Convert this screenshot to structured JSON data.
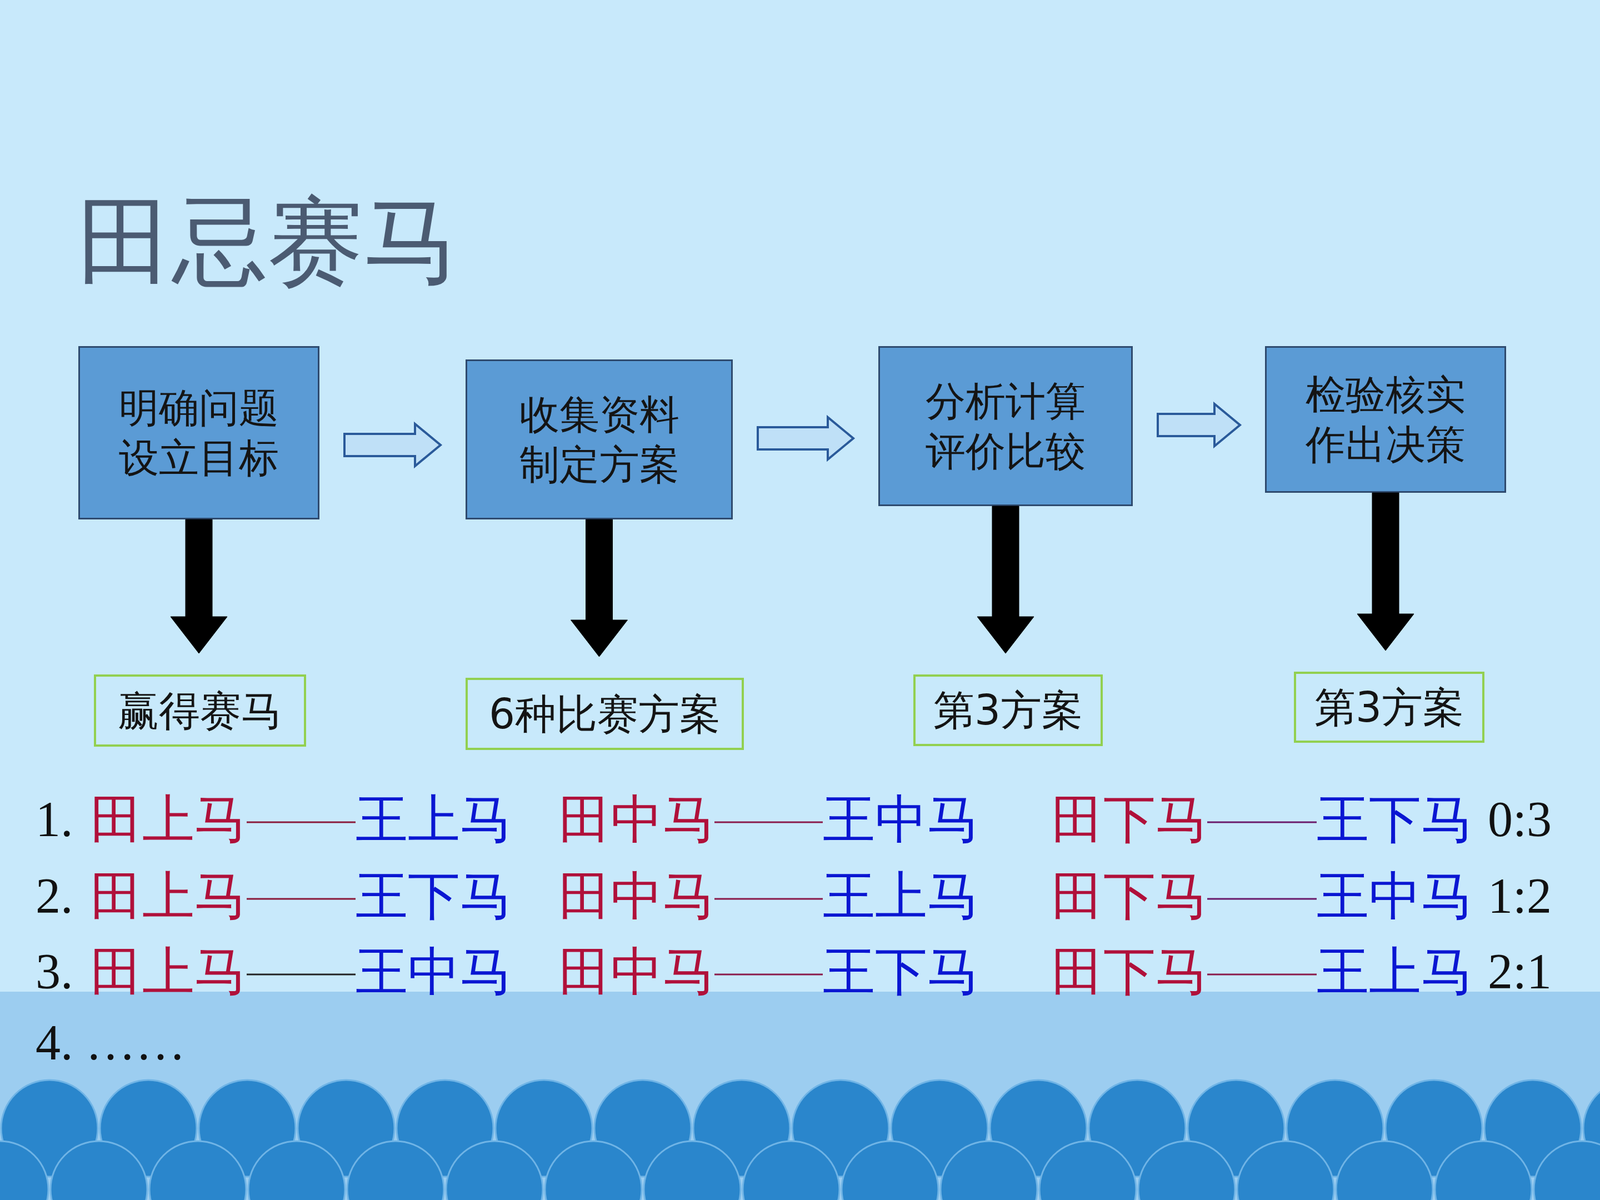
{
  "diagram": {
    "title": "田忌赛马",
    "nodes": [
      {
        "text": [
          "明确问题 设立目标"
        ]
      },
      {
        "text": [
          "收集资料 制定方案"
        ]
      },
      {
        "text": [
          "分析计算 评价比较"
        ]
      },
      {
        "text": [
          "检验核实 作出决策"
        ]
      },
      {
        "text": [
          "赢得赛马"
        ]
      },
      {
        "text": [
          "6种比赛方案"
        ]
      },
      {
        "text": [
          "第3方案"
        ]
      },
      {
        "text": [
          "第3方案"
        ]
      }
    ],
    "edges": [
      {
        "from": 0,
        "to": 1,
        "arrow": "to"
      },
      {
        "from": 1,
        "to": 2,
        "arrow": "to"
      },
      {
        "from": 2,
        "to": 3,
        "arrow": "to"
      },
      {
        "from": 0,
        "to": 4,
        "arrow": "to"
      },
      {
        "from": 1,
        "to": 5,
        "arrow": "to"
      },
      {
        "from": 2,
        "to": 6,
        "arrow": "to"
      },
      {
        "from": 3,
        "to": 7,
        "arrow": "to"
      }
    ],
    "labels": [
      "1.",
      "田上马",
      "王上马",
      "田中马",
      "王中马",
      "田下马",
      "王下马",
      "0:3",
      "2.",
      "田上马",
      "王下马",
      "田中马",
      "王上马",
      "田下马",
      "王中马",
      "1:2",
      "3.",
      "田上马",
      "王中马",
      "田中马",
      "王下马",
      "田下马",
      "王上马",
      "2:1",
      "4. ……"
    ]
  }
}
